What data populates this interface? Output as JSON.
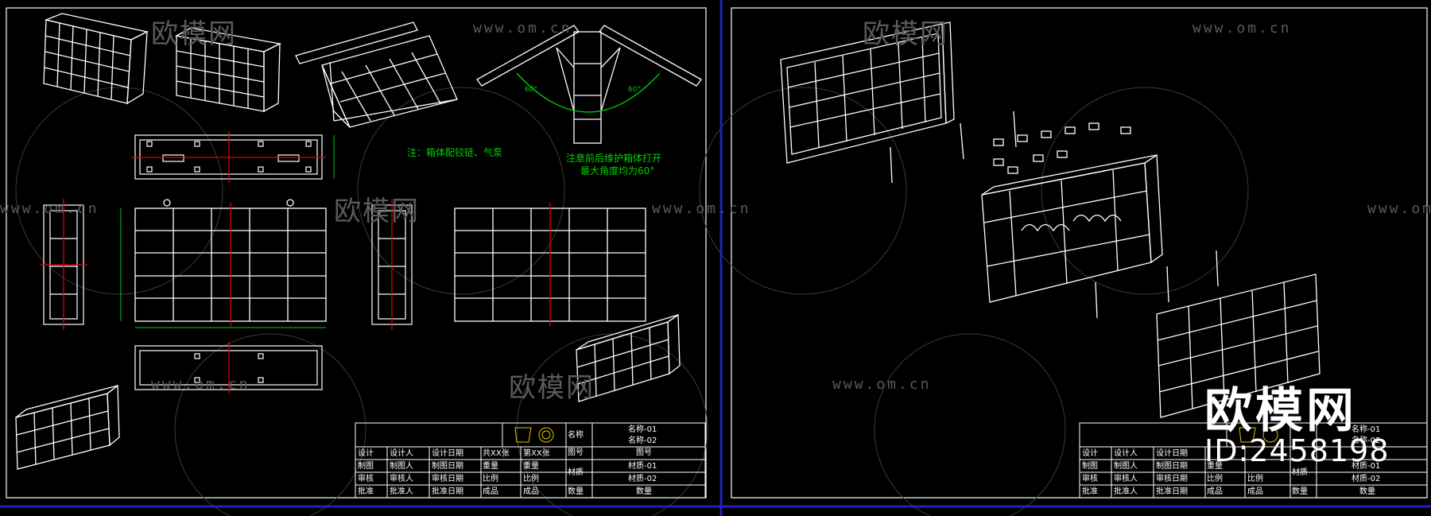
{
  "watermark": {
    "brand": "欧模网",
    "url": "www.om.cn"
  },
  "notes": {
    "hinge_note": "注：箱体配铰链、气泵",
    "open_note_line1": "注意前后维护箱体打开",
    "open_note_line2": "最大角度均为60°",
    "angle_label": "60°"
  },
  "title_block": {
    "name_header": "名称",
    "name_1": "名称-01",
    "name_2": "名称-02",
    "drawing_no_label": "图号",
    "drawing_no_value": "图号",
    "material_label": "材质",
    "material_1": "材质-01",
    "material_2": "材质-02",
    "quantity_label": "数量",
    "quantity_value": "数量",
    "rows": [
      [
        "设计",
        "设计人",
        "设计日期",
        "共XX张",
        "第XX张"
      ],
      [
        "制图",
        "制图人",
        "制图日期",
        "重量",
        "重量"
      ],
      [
        "审核",
        "审核人",
        "审核日期",
        "比例",
        "比例"
      ],
      [
        "批准",
        "批准人",
        "批准日期",
        "成品",
        "成品"
      ]
    ]
  },
  "overlay": {
    "brand": "欧模网",
    "id": "ID:2458198"
  },
  "colors": {
    "background": "#000000",
    "line": "#ffffff",
    "dimension": "#00d000",
    "centerline": "#e00000",
    "frame_divider": "#2020c0",
    "watermark": "#5a5a5a"
  }
}
